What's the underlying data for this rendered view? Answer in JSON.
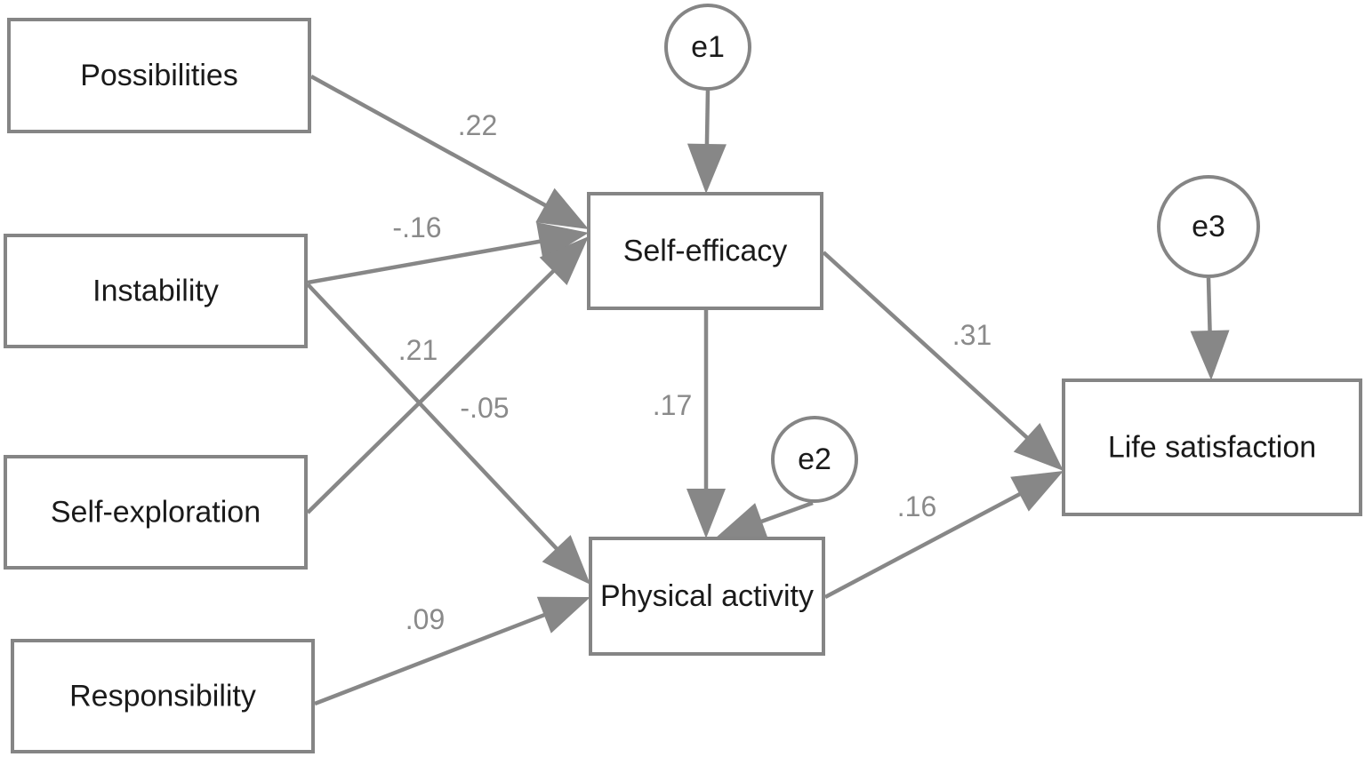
{
  "colors": {
    "stroke": "#858585",
    "arrow": "#878787",
    "text": "#1a1a1a",
    "coefficient": "#8a8a8a",
    "background": "#ffffff"
  },
  "nodes": [
    {
      "id": "possibilities",
      "label": "Possibilities",
      "shape": "box"
    },
    {
      "id": "instability",
      "label": "Instability",
      "shape": "box"
    },
    {
      "id": "self_exploration",
      "label": "Self-exploration",
      "shape": "box"
    },
    {
      "id": "responsibility",
      "label": "Responsibility",
      "shape": "box"
    },
    {
      "id": "self_efficacy",
      "label": "Self-efficacy",
      "shape": "box"
    },
    {
      "id": "physical_activity",
      "label": "Physical activity",
      "shape": "box"
    },
    {
      "id": "life_satisfaction",
      "label": "Life satisfaction",
      "shape": "box"
    },
    {
      "id": "e1",
      "label": "e1",
      "shape": "circle"
    },
    {
      "id": "e2",
      "label": "e2",
      "shape": "circle"
    },
    {
      "id": "e3",
      "label": "e3",
      "shape": "circle"
    }
  ],
  "edges": [
    {
      "id": "possibilities-to-self-efficacy",
      "from": "possibilities",
      "to": "self_efficacy",
      "coefficient": ".22"
    },
    {
      "id": "instability-to-self-efficacy",
      "from": "instability",
      "to": "self_efficacy",
      "coefficient": "-.16"
    },
    {
      "id": "self-exploration-to-self-efficacy",
      "from": "self_exploration",
      "to": "self_efficacy",
      "coefficient": ".21"
    },
    {
      "id": "instability-to-physical-activity",
      "from": "instability",
      "to": "physical_activity",
      "coefficient": "-.05"
    },
    {
      "id": "responsibility-to-physical-activity",
      "from": "responsibility",
      "to": "physical_activity",
      "coefficient": ".09"
    },
    {
      "id": "self-efficacy-to-physical-activity",
      "from": "self_efficacy",
      "to": "physical_activity",
      "coefficient": ".17"
    },
    {
      "id": "self-efficacy-to-life-satisfaction",
      "from": "self_efficacy",
      "to": "life_satisfaction",
      "coefficient": ".31"
    },
    {
      "id": "physical-activity-to-life-satisfaction",
      "from": "physical_activity",
      "to": "life_satisfaction",
      "coefficient": ".16"
    },
    {
      "id": "e1-to-self-efficacy",
      "from": "e1",
      "to": "self_efficacy",
      "coefficient": ""
    },
    {
      "id": "e2-to-physical-activity",
      "from": "e2",
      "to": "physical_activity",
      "coefficient": ""
    },
    {
      "id": "e3-to-life-satisfaction",
      "from": "e3",
      "to": "life_satisfaction",
      "coefficient": ""
    }
  ]
}
